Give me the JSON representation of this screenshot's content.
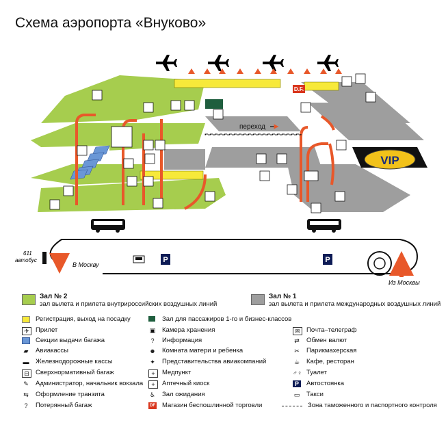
{
  "title": "Схема аэропорта «Внуково»",
  "map": {
    "vip": "VIP",
    "df": "D.F.",
    "corridor": "переход",
    "bus_number": "611",
    "bus_word": "автобус",
    "to_moscow": "В Москву",
    "from_moscow": "Из Москвы",
    "parking": "P"
  },
  "zones": [
    {
      "name": "Зал № 2",
      "desc": "зал вылета и прилета внутрироссийских воздушных линий",
      "color": "#a6cd4e"
    },
    {
      "name": "Зал № 1",
      "desc": "зал вылета и прилета международных воздушных линий",
      "color": "#9e9e9e"
    }
  ],
  "legend": [
    {
      "label": "Регистрация, выход на посадку",
      "icon": "yellow-bar"
    },
    {
      "label": "Прилет",
      "icon": "plane-icon"
    },
    {
      "label": "Секции выдачи багажа",
      "icon": "baggage-belt"
    },
    {
      "label": "Авиакассы",
      "icon": "ticket-icon"
    },
    {
      "label": "Железнодорожные кассы",
      "icon": "train-ticket-icon"
    },
    {
      "label": "Сверхнормативный багаж",
      "icon": "excess-baggage-icon"
    },
    {
      "label": "Администратор, начальник вокзала",
      "icon": "admin-icon"
    },
    {
      "label": "Оформление транзита",
      "icon": "transit-icon"
    },
    {
      "label": "Потерянный багаж",
      "icon": "lost-baggage-icon"
    },
    {
      "label": "Зал для пассажиров 1-го и бизнес-классов",
      "icon": "business-lounge"
    },
    {
      "label": "Камера хранения",
      "icon": "luggage-storage-icon"
    },
    {
      "label": "Информация",
      "icon": "info-icon"
    },
    {
      "label": "Комната матери и ребенка",
      "icon": "mother-child-icon"
    },
    {
      "label": "Представительства авиакомпаний",
      "icon": "airline-office-icon"
    },
    {
      "label": "Медпункт",
      "icon": "medical-icon"
    },
    {
      "label": "Аптечный киоск",
      "icon": "pharmacy-icon"
    },
    {
      "label": "Зал ожидания",
      "icon": "waiting-room-icon"
    },
    {
      "label": "Магазин беспошлинной торговли",
      "icon": "duty-free-icon"
    },
    {
      "label": "Почта–телеграф",
      "icon": "mail-icon"
    },
    {
      "label": "Обмен валют",
      "icon": "currency-exchange-icon"
    },
    {
      "label": "Парикмахерская",
      "icon": "barber-icon"
    },
    {
      "label": "Кафе, ресторан",
      "icon": "cafe-icon"
    },
    {
      "label": "Туалет",
      "icon": "toilet-icon"
    },
    {
      "label": "Автостоянка",
      "icon": "parking-icon"
    },
    {
      "label": "Такси",
      "icon": "taxi-icon"
    },
    {
      "label": "Зона таможенного и паспортного контроля",
      "icon": "customs-zone-line"
    }
  ],
  "colors": {
    "domestic": "#a6cd4e",
    "international": "#9e9e9e",
    "checkin": "#f7e93a",
    "baggage": "#6a97d6",
    "business": "#1f5e3e",
    "arrow": "#e8582a",
    "vip": "#f2c21a"
  }
}
